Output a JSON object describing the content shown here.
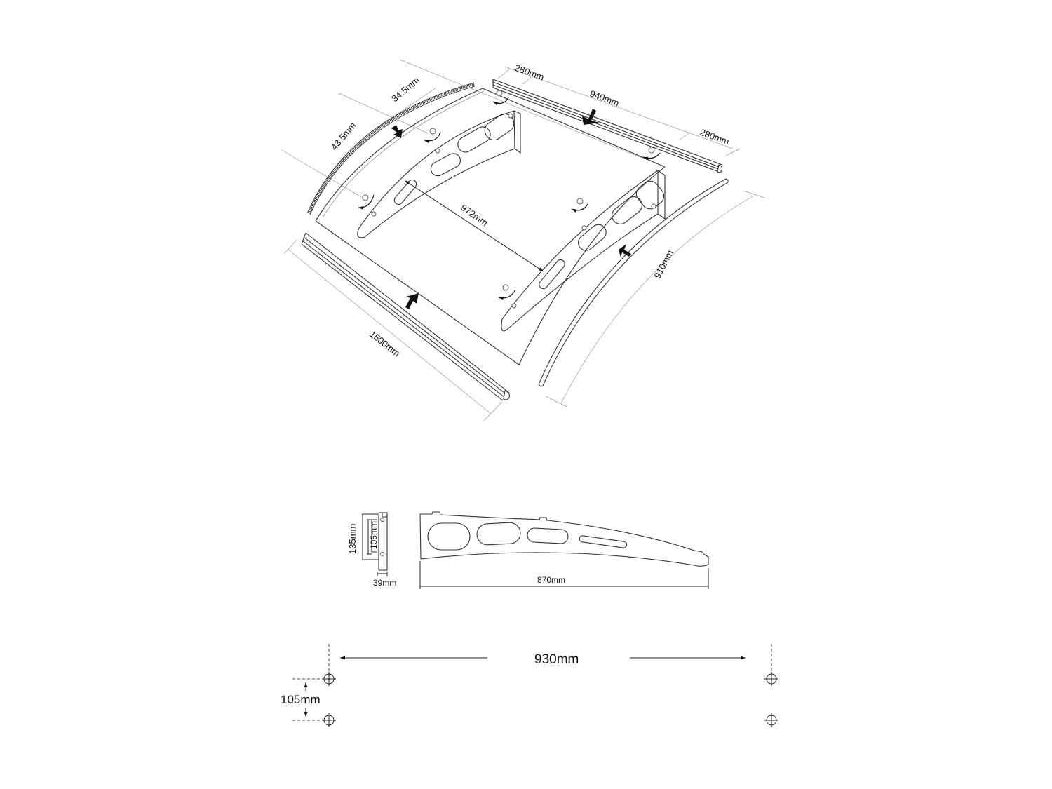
{
  "diagram": {
    "type": "assembly-drawing",
    "subject": "door canopy assembly with side brackets",
    "colors": {
      "line": "#333333",
      "dimension": "#222222",
      "extension": "#9a9a9a",
      "background": "#ffffff"
    }
  },
  "exploded_view": {
    "labels": {
      "gutter_end_left": "280mm",
      "gutter_middle": "940mm",
      "gutter_end_right": "280mm",
      "edge_profile_upper": "34.5mm",
      "edge_profile_lower": "43.5mm",
      "bracket_spacing": "972mm",
      "front_profile_length": "1500mm",
      "arc_length": "910mm"
    },
    "parts": [
      {
        "name": "rear-gutter-profile",
        "icon": "gutter-rail"
      },
      {
        "name": "front-bottom-profile",
        "icon": "rail"
      },
      {
        "name": "left-edge-profile",
        "icon": "curved-strip"
      },
      {
        "name": "right-edge-profile",
        "icon": "curved-strip"
      },
      {
        "name": "polycarbonate-sheet",
        "icon": "curved-panel"
      },
      {
        "name": "left-bracket",
        "icon": "bracket"
      },
      {
        "name": "right-bracket",
        "icon": "bracket"
      }
    ]
  },
  "bracket_view": {
    "labels": {
      "plate_height": "135mm",
      "hole_spacing": "105mm",
      "plate_width": "39mm",
      "bracket_length": "870mm"
    }
  },
  "mounting_view": {
    "labels": {
      "horizontal_spacing": "930mm",
      "vertical_spacing": "105mm"
    },
    "holes": 4
  }
}
